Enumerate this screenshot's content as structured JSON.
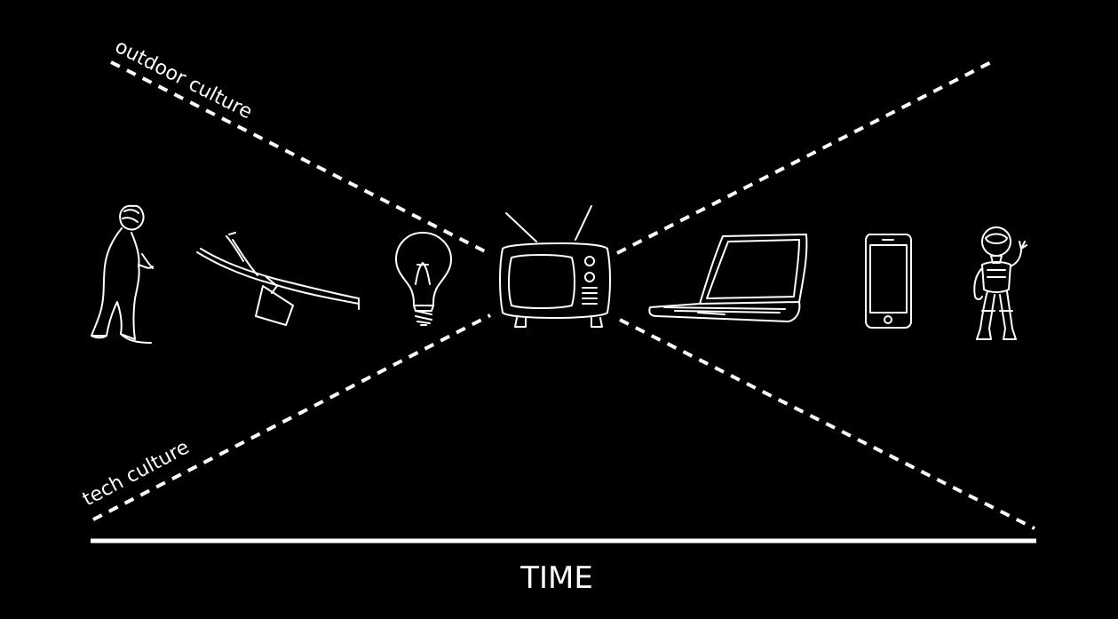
{
  "labels": {
    "outdoor": "outdoor culture",
    "tech": "tech culture",
    "axis": "TIME"
  },
  "icons": [
    "early-human-icon",
    "plough-icon",
    "light-bulb-icon",
    "television-icon",
    "laptop-icon",
    "smartphone-icon",
    "robot-icon"
  ],
  "colors": {
    "background": "#000000",
    "foreground": "#ffffff"
  }
}
